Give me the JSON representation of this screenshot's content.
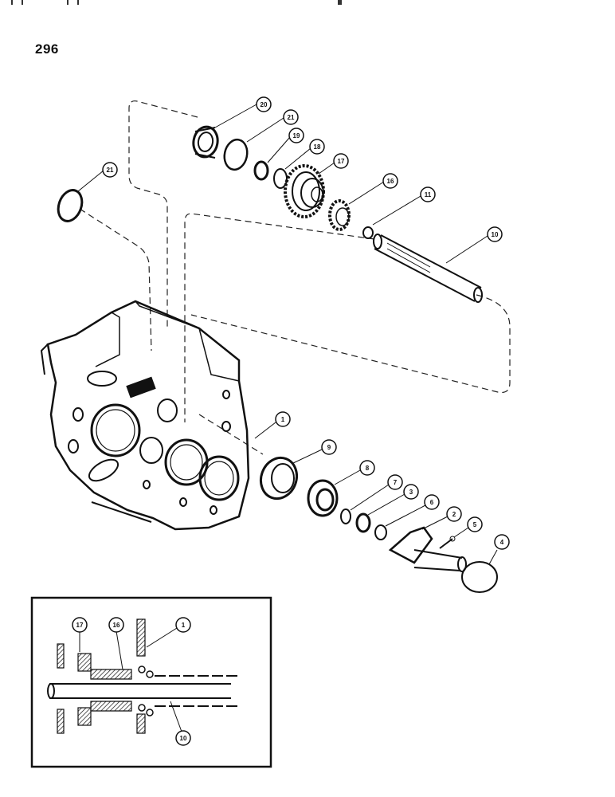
{
  "page": {
    "number": "296"
  },
  "callouts": {
    "c20": "20",
    "c21a": "21",
    "c21b": "21",
    "c19": "19",
    "c18": "18",
    "c17": "17",
    "c16": "16",
    "c11": "11",
    "c10": "10",
    "c1": "1",
    "c9": "9",
    "c8": "8",
    "c7": "7",
    "c3": "3",
    "c6": "6",
    "c2": "2",
    "c5": "5",
    "c4": "4"
  },
  "inset": {
    "callouts": {
      "c17": "17",
      "c16": "16",
      "c1": "1",
      "c10": "10"
    }
  }
}
